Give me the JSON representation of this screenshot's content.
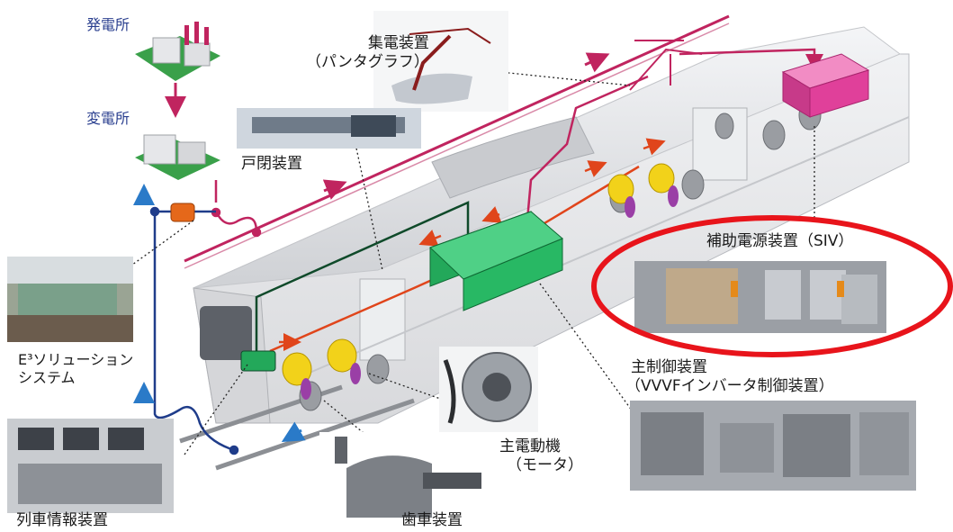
{
  "labels": {
    "power_plant": "発電所",
    "substation": "変電所",
    "collector_line1": "集電装置",
    "collector_line2": "（パンタグラフ）",
    "door": "戸閉装置",
    "e3_line1": "E³ソリューション",
    "e3_line2": "システム",
    "siv": "補助電源装置（SIV）",
    "main_ctrl_line1": "主制御装置",
    "main_ctrl_line2": "（VVVFインバータ制御装置）",
    "motor_line1": "主電動機",
    "motor_line2": "（モータ）",
    "train_info": "列車情報装置",
    "gear": "歯車装置"
  },
  "colors": {
    "power_line": "#c0245f",
    "return_line": "#1f3c8a",
    "control_line": "#0f4a2a",
    "inverter_green": "#23a85a",
    "siv_pink": "#e0409a",
    "motor_yellow": "#f2d21a",
    "highlight_ring": "#e8141b",
    "train_body": "#e9eaec"
  }
}
